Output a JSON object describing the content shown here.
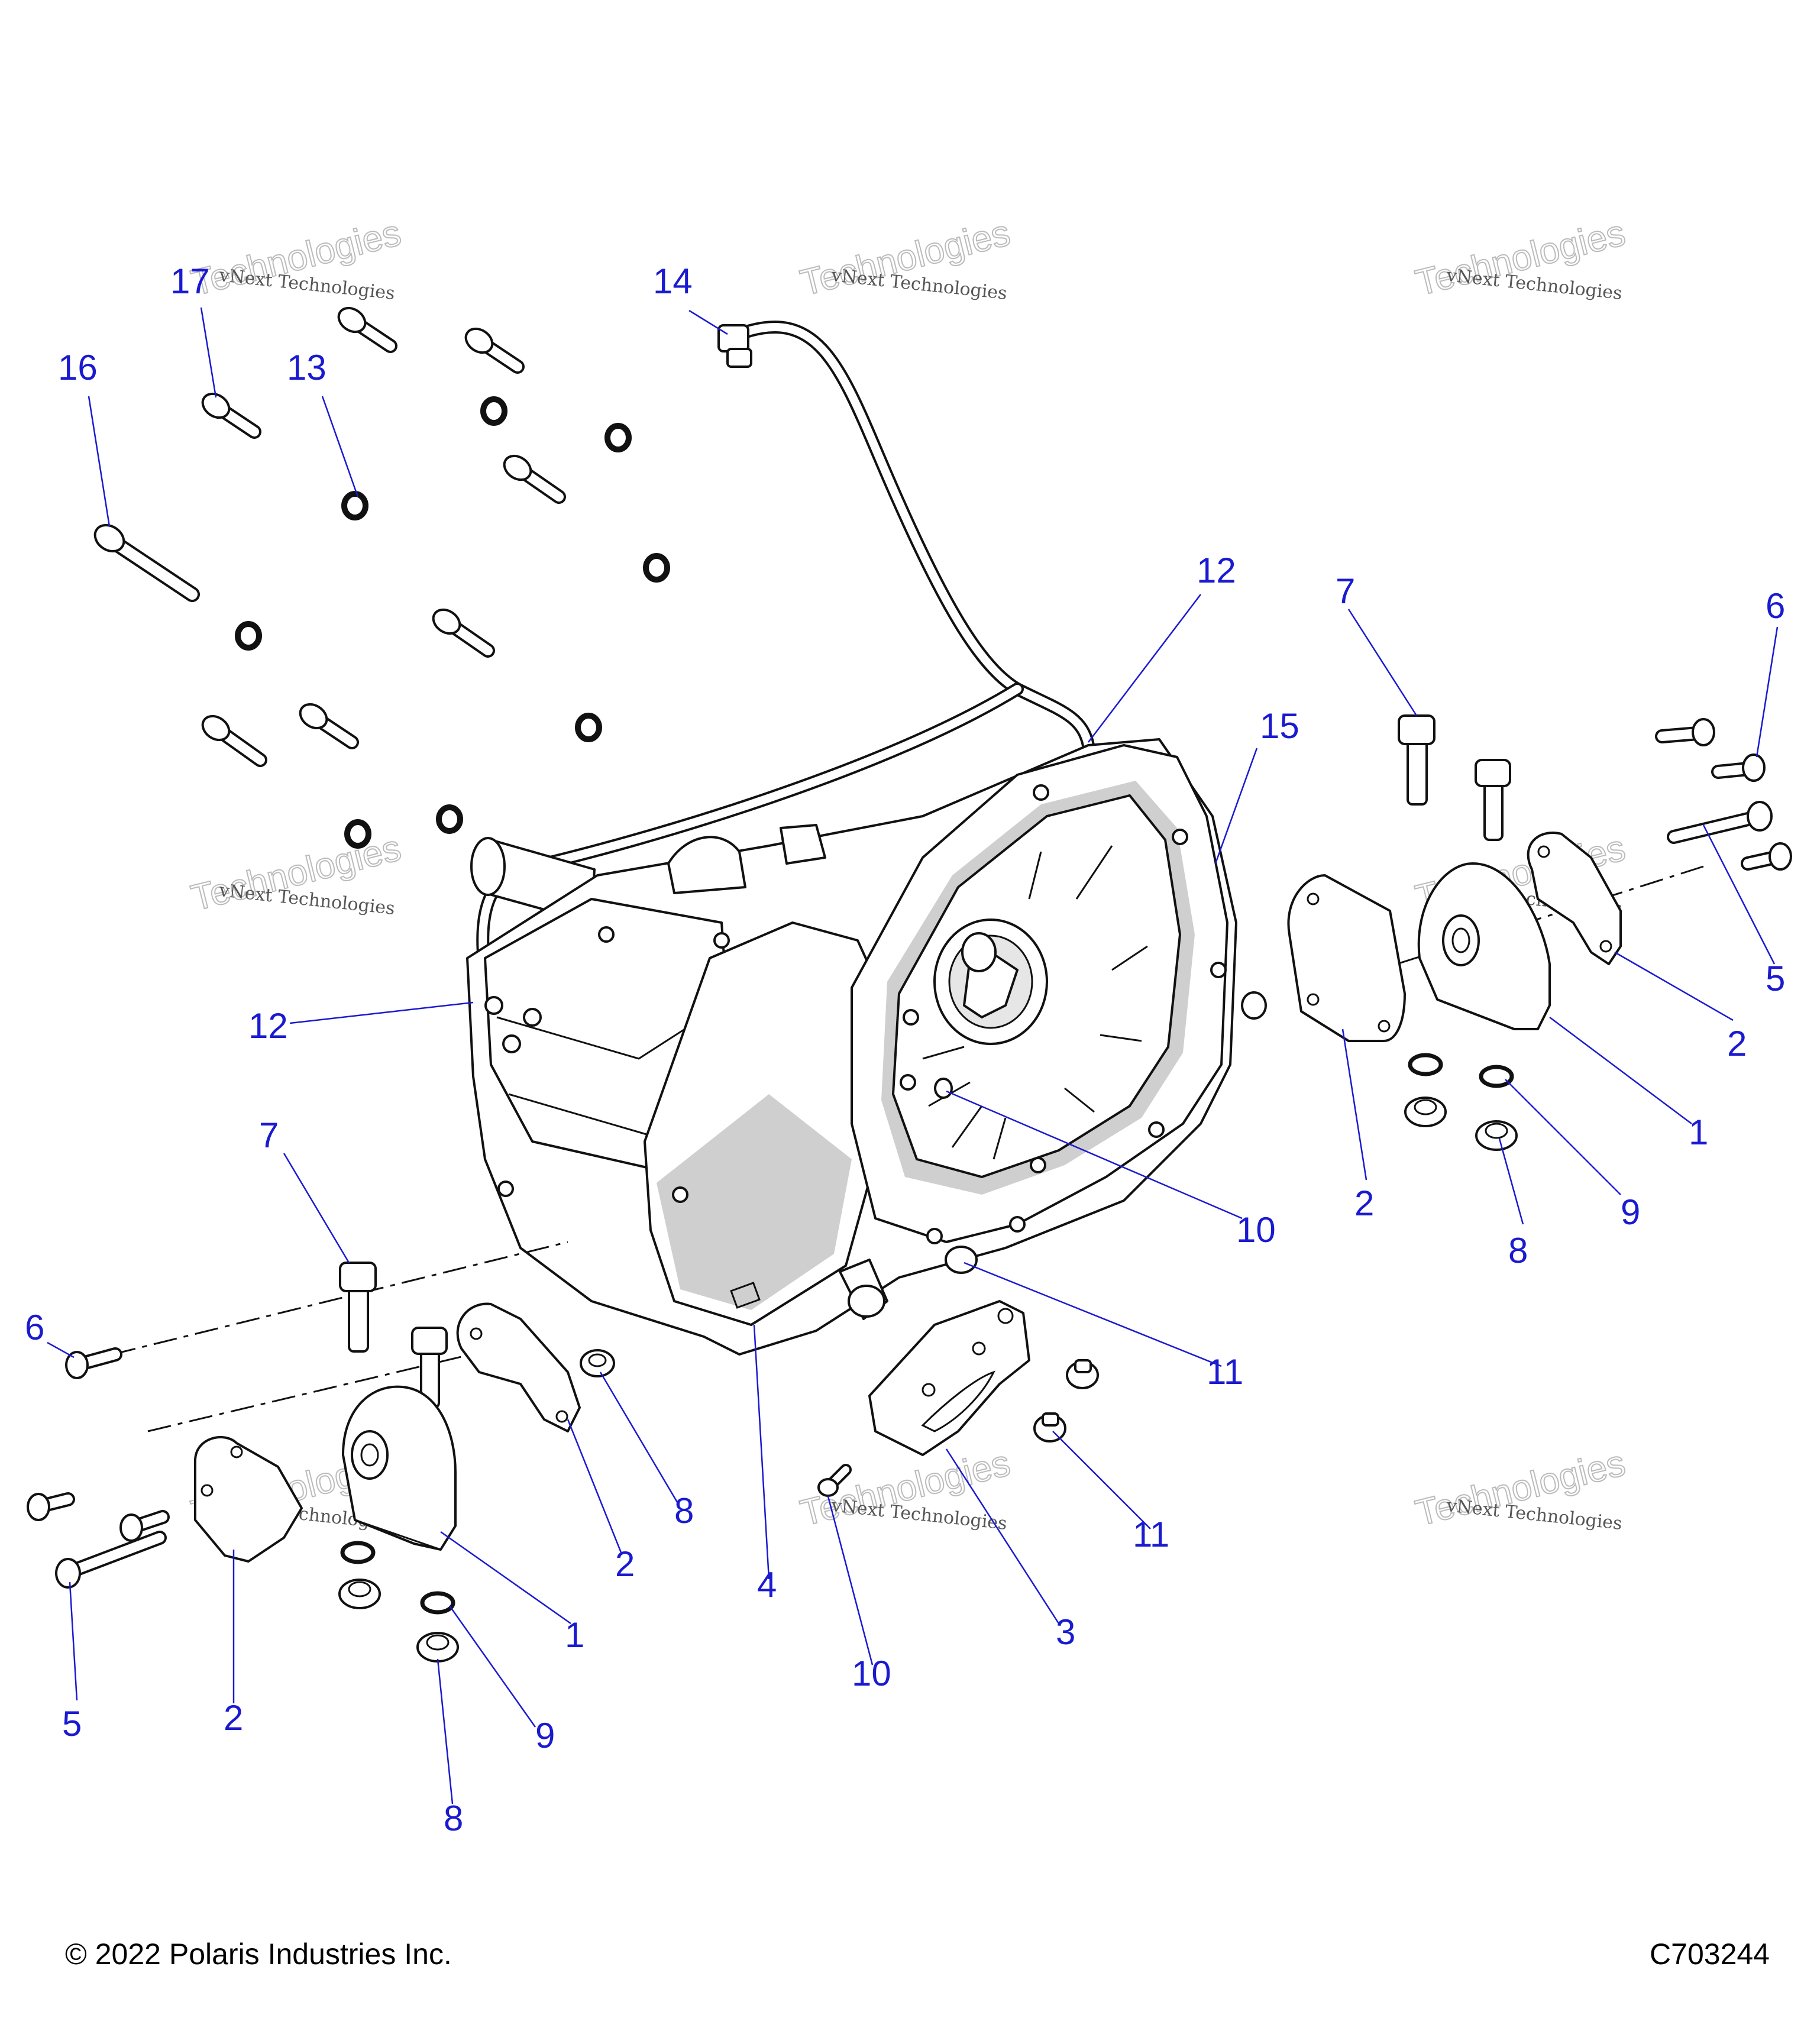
{
  "callouts": {
    "n1": "1",
    "n2": "2",
    "n3": "3",
    "n4": "4",
    "n5": "5",
    "n6": "6",
    "n7": "7",
    "n8": "8",
    "n9": "9",
    "n10": "10",
    "n11": "11",
    "n12": "12",
    "n13": "13",
    "n14": "14",
    "n15": "15",
    "n16": "16",
    "n17": "17"
  },
  "watermark": {
    "line1": "vNext Technologies",
    "line2": "Technologies"
  },
  "footer": {
    "copyright": "© 2022 Polaris Industries Inc.",
    "code": "C703244"
  },
  "colors": {
    "callout": "#1a1ad0",
    "line": "#111111",
    "shade": "#cfcfcf"
  }
}
